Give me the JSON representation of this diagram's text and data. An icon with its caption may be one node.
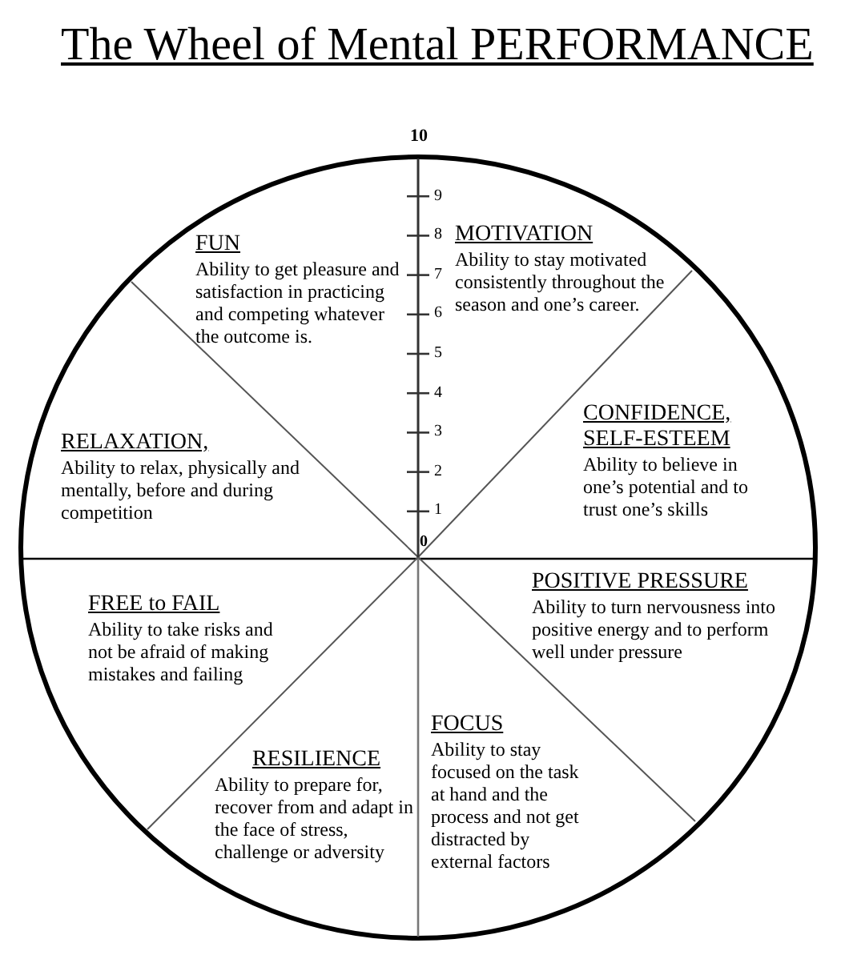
{
  "diagram": {
    "title": "The Wheel of Mental PERFORMANCE",
    "nodes": [
      {
        "text": [
          "FUN",
          "Ability to get pleasure and satisfaction in practicing and competing whatever the outcome is."
        ]
      },
      {
        "text": [
          "MOTIVATION",
          "Ability to stay motivated consistently throughout the season and one’s career."
        ]
      },
      {
        "text": [
          "RELAXATION,",
          "Ability to relax, physically and mentally, before and during competition"
        ]
      },
      {
        "text": [
          "CONFIDENCE, SELF-ESTEEM",
          "Ability to believe in one’s potential and to trust one’s skills"
        ]
      },
      {
        "text": [
          "FREE to FAIL",
          "Ability to take risks and not be afraid of making mistakes and failing"
        ]
      },
      {
        "text": [
          "POSITIVE PRESSURE",
          "Ability to turn nervousness into positive energy and to perform well under pressure"
        ]
      },
      {
        "text": [
          "RESILIENCE",
          "Ability to prepare for, recover from and adapt in the face of stress, challenge or adversity"
        ]
      },
      {
        "text": [
          "FOCUS",
          "Ability to stay focused on the task at hand and the process and not get distracted by external factors"
        ]
      }
    ],
    "labels": [
      "10",
      "9",
      "8",
      "7",
      "6",
      "5",
      "4",
      "3",
      "2",
      "1",
      "0"
    ]
  }
}
